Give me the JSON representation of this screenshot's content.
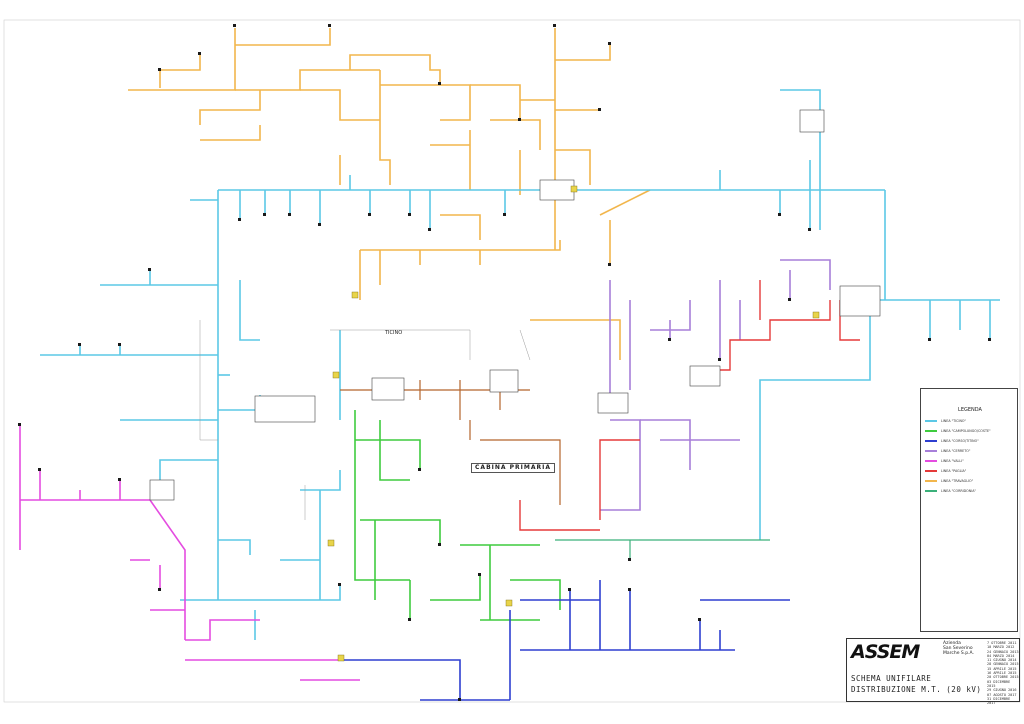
{
  "colors": {
    "cyan": "#5bc8e6",
    "orange": "#f2b64c",
    "green": "#3fcc3f",
    "magenta": "#e44ce0",
    "purple": "#a77fd9",
    "red": "#e53a3a",
    "blue": "#2e3fd0",
    "brown": "#b5652c",
    "teal": "#3bb07a",
    "black": "#1a1a1a"
  },
  "title_block": {
    "logo": "ASSEM",
    "company_lines": [
      "Azienda",
      "San Severino",
      "Marche  S.p.A."
    ],
    "title_line1": "SCHEMA  UNIFILARE",
    "title_line2": "DISTRIBUZIONE  M.T.  (20 kV)",
    "revisions": [
      "7 OTTOBRE 2011",
      "10 MARZO 2012",
      "24 GENNAIO 2013",
      "04 MARZO 2014",
      "11 GIUGNO 2014",
      "28 GENNAIO 2015",
      "15 APRILE 2015",
      "16 APRILE 2015",
      "20 OTTOBRE 2015",
      "03 DICEMBRE 2015",
      "29 GIUGNO 2016",
      "07 AGOSTO 2017",
      "31 DICEMBRE 2017"
    ]
  },
  "legend": {
    "title": "LEGENDA",
    "items": [
      {
        "label": "LINEA \"TICINO\"",
        "color": "cyan"
      },
      {
        "label": "LINEA \"CAMPOLUNGO/COSTE\"",
        "color": "green"
      },
      {
        "label": "LINEA \"CORSO/TITINO\"",
        "color": "blue"
      },
      {
        "label": "LINEA \"CERRETO\"",
        "color": "purple"
      },
      {
        "label": "LINEA \"VALLI\"",
        "color": "magenta"
      },
      {
        "label": "LINEA \"PAGLIA\"",
        "color": "red"
      },
      {
        "label": "LINEA \"TRAVAGLIO\"",
        "color": "orange"
      },
      {
        "label": "LINEA \"CORRIDONIA\"",
        "color": "teal"
      }
    ]
  },
  "cabin_label": "CABINA PRIMARIA",
  "line_label_ticino": "TICINO"
}
